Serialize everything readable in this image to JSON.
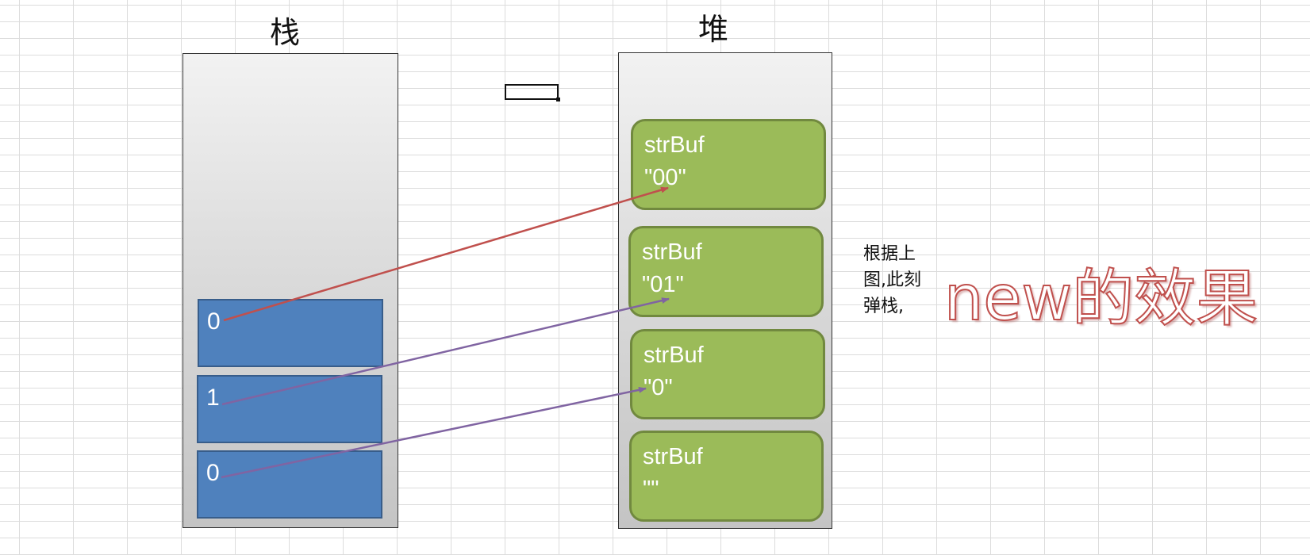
{
  "stack": {
    "title": "栈",
    "slots": [
      {
        "value": "0"
      },
      {
        "value": "1"
      },
      {
        "value": "0"
      }
    ]
  },
  "heap": {
    "title": "堆",
    "objects": [
      {
        "name": "strBuf",
        "value": "\"00\""
      },
      {
        "name": "strBuf",
        "value": "\"01\""
      },
      {
        "name": "strBuf",
        "value": "\"0\""
      },
      {
        "name": "strBuf",
        "value": "\"\""
      }
    ]
  },
  "note": {
    "lines": [
      "根据上",
      "图,此刻",
      "弹栈,"
    ]
  },
  "headline": "new的效果",
  "colors": {
    "stack_box": "#4f81bd",
    "heap_box": "#9bbb59",
    "arrow_red": "#c0504d",
    "arrow_purple": "#8064a2"
  }
}
